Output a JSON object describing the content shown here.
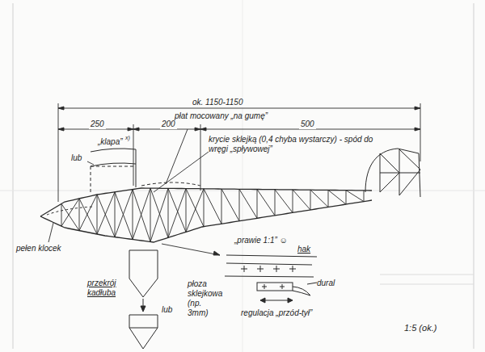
{
  "diagram": {
    "labels": [
      "ok. 1150-1150",
      "250",
      "200",
      "500",
      "„klapa”",
      "x)",
      "lub",
      "płat mocowany „na gumę”",
      "krycie sklejką (0,4 chyba wystarczy) - spód do wręgi „spływowej”",
      "pełen klocek",
      "„prawie 1:1” ☺",
      "hak",
      "przekrój kadłuba",
      "lub",
      "płoza sklejkowa (np. 3mm)",
      "dural",
      "regulacja „przód-tył”",
      "1:5 (ok.)"
    ]
  }
}
